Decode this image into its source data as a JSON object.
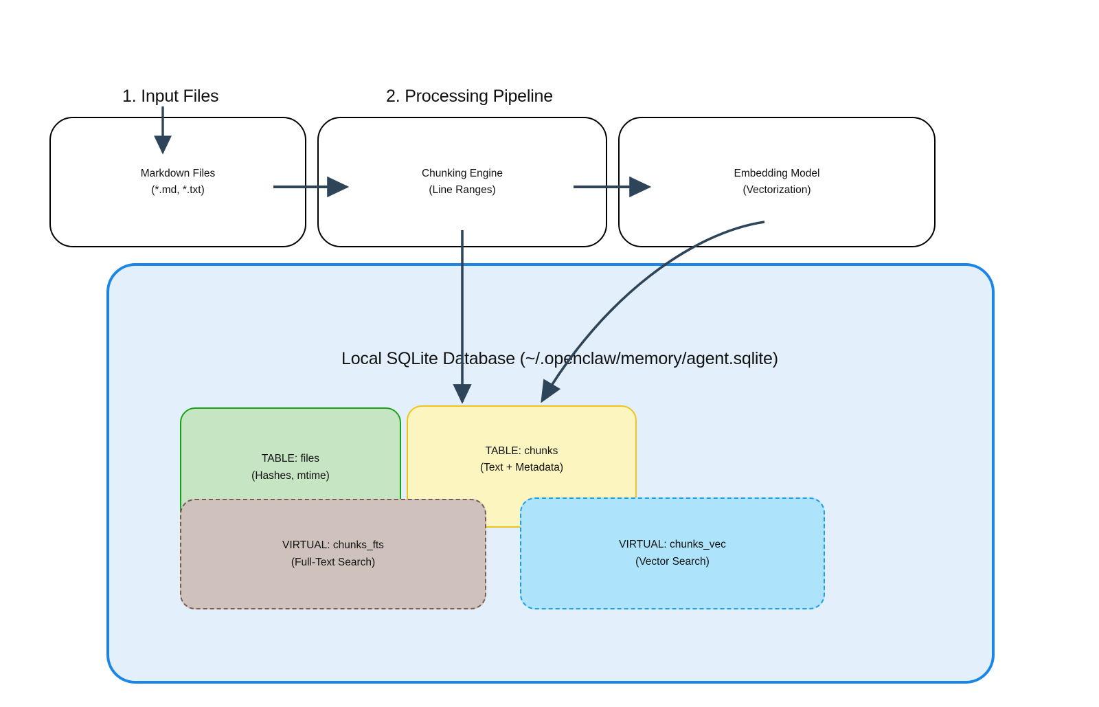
{
  "diagram": {
    "title_sections": [
      {
        "label": "1. Input Files"
      },
      {
        "label": "2. Processing Pipeline"
      }
    ],
    "pipeline": [
      {
        "name": "markdown-files",
        "label": "Markdown Files\n(*.md, *.txt)"
      },
      {
        "name": "chunking-engine",
        "label": "Chunking Engine\n(Line Ranges)"
      },
      {
        "name": "embedding-model",
        "label": "Embedding Model\n(Vectorization)"
      }
    ],
    "database": {
      "title": "Local SQLite Database (~/.openclaw/memory/agent.sqlite)",
      "tables": [
        {
          "name": "table-files",
          "label": "TABLE: files\n(Hashes, mtime)",
          "color": "#c6e5c3",
          "border": "#17a317"
        },
        {
          "name": "table-chunks",
          "label": "TABLE: chunks\n(Text + Metadata)",
          "color": "#fdf5c0",
          "border": "#f2c31a"
        },
        {
          "name": "virtual-chunks-fts",
          "label": "VIRTUAL: chunks_fts\n(Full-Text Search)",
          "color": "#cfc2bd",
          "border": "#7a5b52"
        },
        {
          "name": "virtual-chunks-vec",
          "label": "VIRTUAL: chunks_vec\n(Vector Search)",
          "color": "#ade4fb",
          "border": "#1a9fe8"
        }
      ]
    },
    "arrows": [
      {
        "name": "arrow-into-markdown-files",
        "kind": "down"
      },
      {
        "name": "arrow-markdown-to-chunking",
        "kind": "right"
      },
      {
        "name": "arrow-chunking-to-embedding",
        "kind": "right"
      },
      {
        "name": "arrow-chunking-to-chunks-table",
        "kind": "down-long"
      },
      {
        "name": "arrow-embedding-to-chunks-table",
        "kind": "curve"
      }
    ],
    "colors": {
      "arrow": "#2e4458",
      "container_border": "#1a86e8",
      "container_fill": "#e3f0fb",
      "stage_border": "#000000"
    }
  }
}
